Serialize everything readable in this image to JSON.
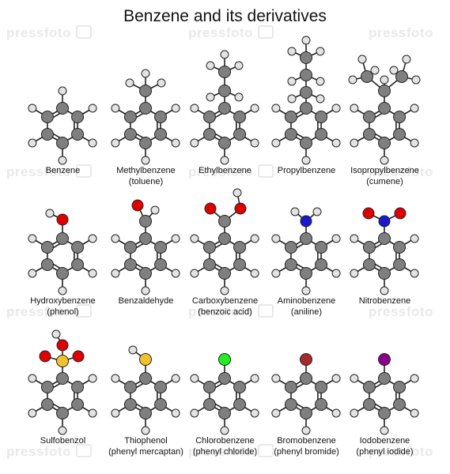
{
  "title": "Benzene and its derivatives",
  "watermark": "pressfoto",
  "colors": {
    "carbon": "#7f7f7f",
    "hydrogen": "#e3e3e3",
    "oxygen": "#e00000",
    "nitrogen": "#1a1acc",
    "sulfur": "#f2c12e",
    "chlorine": "#22ee22",
    "bromine": "#a52a2a",
    "iodine": "#8b008b",
    "bond": "#222222",
    "text": "#111111"
  },
  "molecules": [
    {
      "id": "benzene",
      "line1": "Benzene",
      "line2": "",
      "sub": "H"
    },
    {
      "id": "methylbenzene",
      "line1": "Methylbenzene",
      "line2": "(toluene)",
      "sub": "methyl"
    },
    {
      "id": "ethylbenzene",
      "line1": "Ethylbenzene",
      "line2": "",
      "sub": "ethyl"
    },
    {
      "id": "propylbenzene",
      "line1": "Propylbenzene",
      "line2": "",
      "sub": "propyl"
    },
    {
      "id": "isopropylbenzene",
      "line1": "Isopropylbenzene",
      "line2": "(cumene)",
      "sub": "isopropyl"
    },
    {
      "id": "hydroxybenzene",
      "line1": "Hydroxybenzene",
      "line2": "(phenol)",
      "sub": "OH"
    },
    {
      "id": "benzaldehyde",
      "line1": "Benzaldehyde",
      "line2": "",
      "sub": "CHO"
    },
    {
      "id": "carboxybenzene",
      "line1": "Carboxybenzene",
      "line2": "(benzoic acid)",
      "sub": "COOH"
    },
    {
      "id": "aminobenzene",
      "line1": "Aminobenzene",
      "line2": "(aniline)",
      "sub": "NH2"
    },
    {
      "id": "nitrobenzene",
      "line1": "Nitrobenzene",
      "line2": "",
      "sub": "NO2"
    },
    {
      "id": "sulfobenzol",
      "line1": "Sulfobenzol",
      "line2": "",
      "sub": "SO3H"
    },
    {
      "id": "thiophenol",
      "line1": "Thiophenol",
      "line2": "(phenyl mercaptan)",
      "sub": "SH"
    },
    {
      "id": "chlorobenzene",
      "line1": "Chlorobenzene",
      "line2": "(phenyl chloride)",
      "sub": "Cl"
    },
    {
      "id": "bromobenzene",
      "line1": "Bromobenzene",
      "line2": "(phenyl bromide)",
      "sub": "Br"
    },
    {
      "id": "iodobenzene",
      "line1": "Iodobenzene",
      "line2": "(phenyl iodide)",
      "sub": "I"
    }
  ]
}
